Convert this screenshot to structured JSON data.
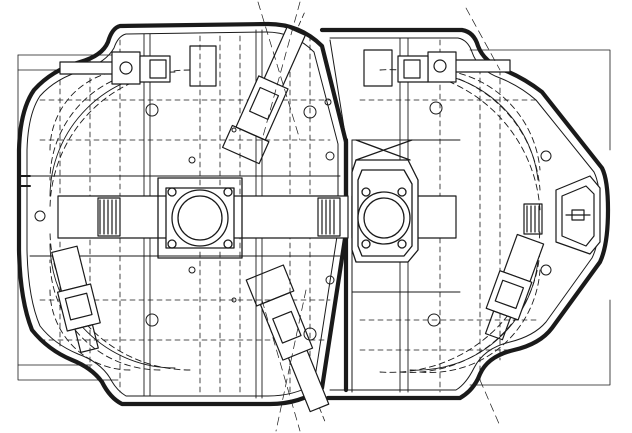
{
  "drawing": {
    "ink": "#1a1a1a",
    "paper": "#ffffff",
    "hull_outline": "bold",
    "hidden_lines": "dashed",
    "guns": 6,
    "round_hatches": 2
  }
}
